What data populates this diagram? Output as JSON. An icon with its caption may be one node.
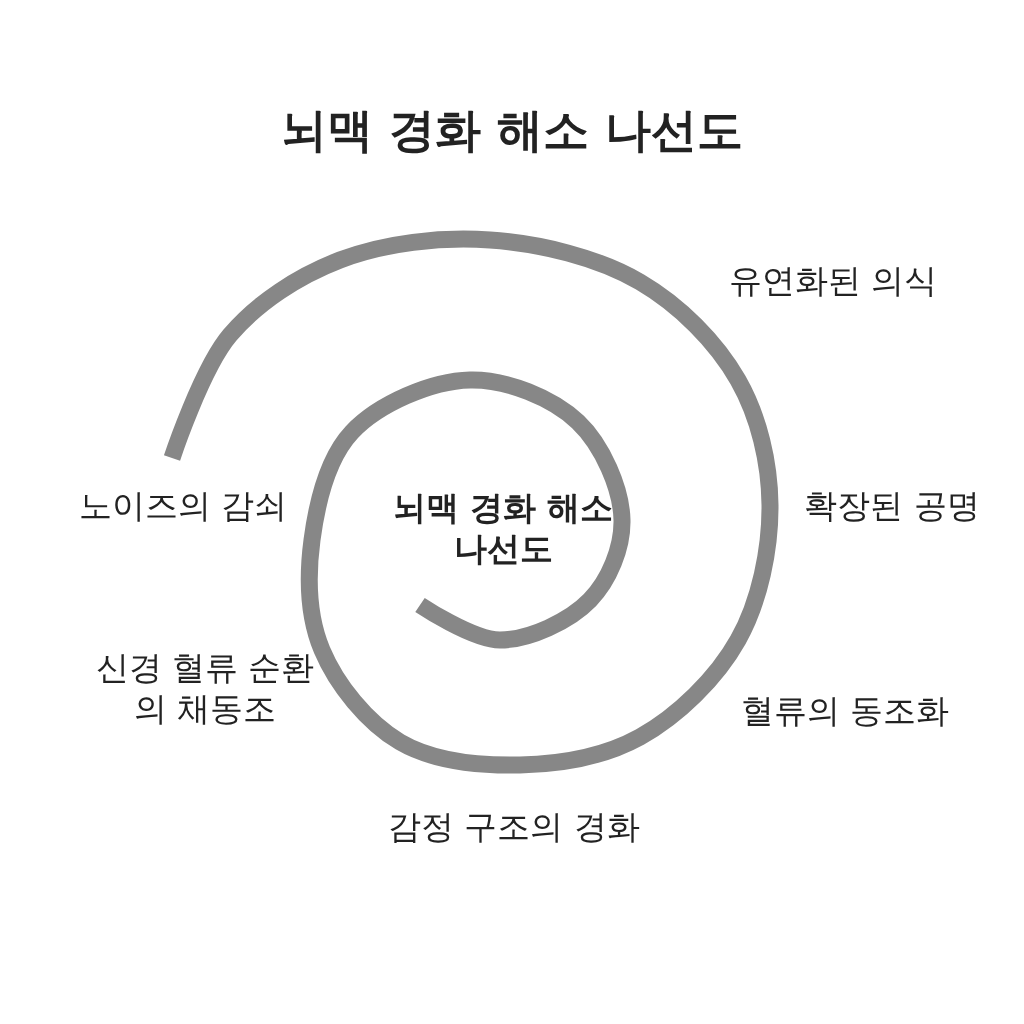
{
  "diagram": {
    "title": "뇌맥 경화 해소 나선도",
    "labels": [
      "유연화된 의식",
      "노이즈의 감쇠",
      "뇌맥 경화 해소 나선도",
      "확장된 공명",
      "신경 혈류 순환의 채동조",
      "혈류의 동조화",
      "감정 구조의 경화"
    ]
  }
}
